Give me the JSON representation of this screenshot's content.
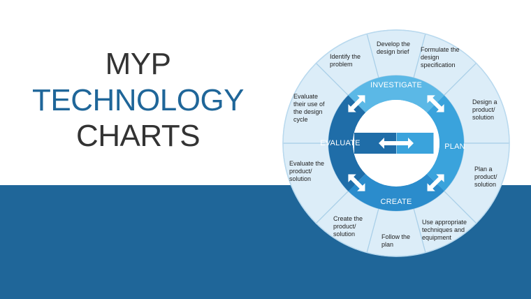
{
  "title": {
    "line1": "MYP",
    "line2": "TECHNOLOGY",
    "line3": "CHARTS"
  },
  "colors": {
    "band": "#1f6699",
    "title_accent": "#1f6699",
    "investigate": "#5bb8e6",
    "plan": "#3aa3dc",
    "create": "#2b8ccc",
    "evaluate": "#1f6da8",
    "outer_ring": "#dcedf8"
  },
  "cycle": {
    "stages": [
      {
        "label": "INVESTIGATE"
      },
      {
        "label": "PLAN"
      },
      {
        "label": "CREATE"
      },
      {
        "label": "EVALUATE"
      }
    ],
    "steps": [
      {
        "label": "Identify the problem"
      },
      {
        "label": "Develop the design brief"
      },
      {
        "label": "Formulate the design specification"
      },
      {
        "label": "Design a product/ solution"
      },
      {
        "label": "Plan a product/ solution"
      },
      {
        "label": "Use appropriate techniques and equipment"
      },
      {
        "label": "Follow the plan"
      },
      {
        "label": "Create the product/ solution"
      },
      {
        "label": "Evaluate the product/ solution"
      },
      {
        "label": "Evaluate their use of the design cycle"
      }
    ]
  }
}
